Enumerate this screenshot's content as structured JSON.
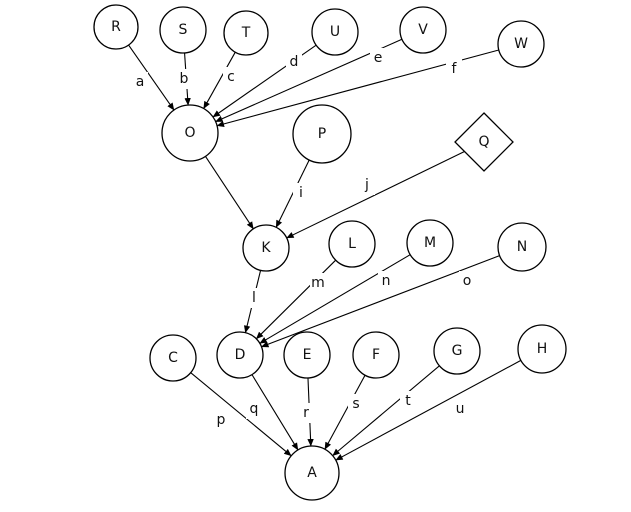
{
  "nodes": [
    {
      "id": "R",
      "label": "R",
      "shape": "circle"
    },
    {
      "id": "S",
      "label": "S",
      "shape": "circle"
    },
    {
      "id": "T",
      "label": "T",
      "shape": "circle"
    },
    {
      "id": "U",
      "label": "U",
      "shape": "circle"
    },
    {
      "id": "V",
      "label": "V",
      "shape": "circle"
    },
    {
      "id": "W",
      "label": "W",
      "shape": "circle"
    },
    {
      "id": "O",
      "label": "O",
      "shape": "circle"
    },
    {
      "id": "P",
      "label": "P",
      "shape": "circle"
    },
    {
      "id": "Q",
      "label": "Q",
      "shape": "diamond"
    },
    {
      "id": "K",
      "label": "K",
      "shape": "circle"
    },
    {
      "id": "L",
      "label": "L",
      "shape": "circle"
    },
    {
      "id": "M",
      "label": "M",
      "shape": "circle"
    },
    {
      "id": "N",
      "label": "N",
      "shape": "circle"
    },
    {
      "id": "C",
      "label": "C",
      "shape": "circle"
    },
    {
      "id": "D",
      "label": "D",
      "shape": "circle"
    },
    {
      "id": "E",
      "label": "E",
      "shape": "circle"
    },
    {
      "id": "F",
      "label": "F",
      "shape": "circle"
    },
    {
      "id": "G",
      "label": "G",
      "shape": "circle"
    },
    {
      "id": "H",
      "label": "H",
      "shape": "circle"
    },
    {
      "id": "A",
      "label": "A",
      "shape": "circle"
    }
  ],
  "edges": [
    {
      "from": "R",
      "to": "O",
      "label": "a"
    },
    {
      "from": "S",
      "to": "O",
      "label": "b"
    },
    {
      "from": "T",
      "to": "O",
      "label": "c"
    },
    {
      "from": "U",
      "to": "O",
      "label": "d"
    },
    {
      "from": "V",
      "to": "O",
      "label": "e"
    },
    {
      "from": "W",
      "to": "O",
      "label": "f"
    },
    {
      "from": "O",
      "to": "K",
      "label": ""
    },
    {
      "from": "P",
      "to": "K",
      "label": "i"
    },
    {
      "from": "Q",
      "to": "K",
      "label": "j"
    },
    {
      "from": "K",
      "to": "D",
      "label": "l"
    },
    {
      "from": "L",
      "to": "D",
      "label": "m"
    },
    {
      "from": "M",
      "to": "D",
      "label": "n"
    },
    {
      "from": "N",
      "to": "D",
      "label": "o"
    },
    {
      "from": "C",
      "to": "A",
      "label": "p"
    },
    {
      "from": "D",
      "to": "A",
      "label": "q"
    },
    {
      "from": "E",
      "to": "A",
      "label": "r"
    },
    {
      "from": "F",
      "to": "A",
      "label": "s"
    },
    {
      "from": "G",
      "to": "A",
      "label": "t"
    },
    {
      "from": "H",
      "to": "A",
      "label": "u"
    }
  ]
}
